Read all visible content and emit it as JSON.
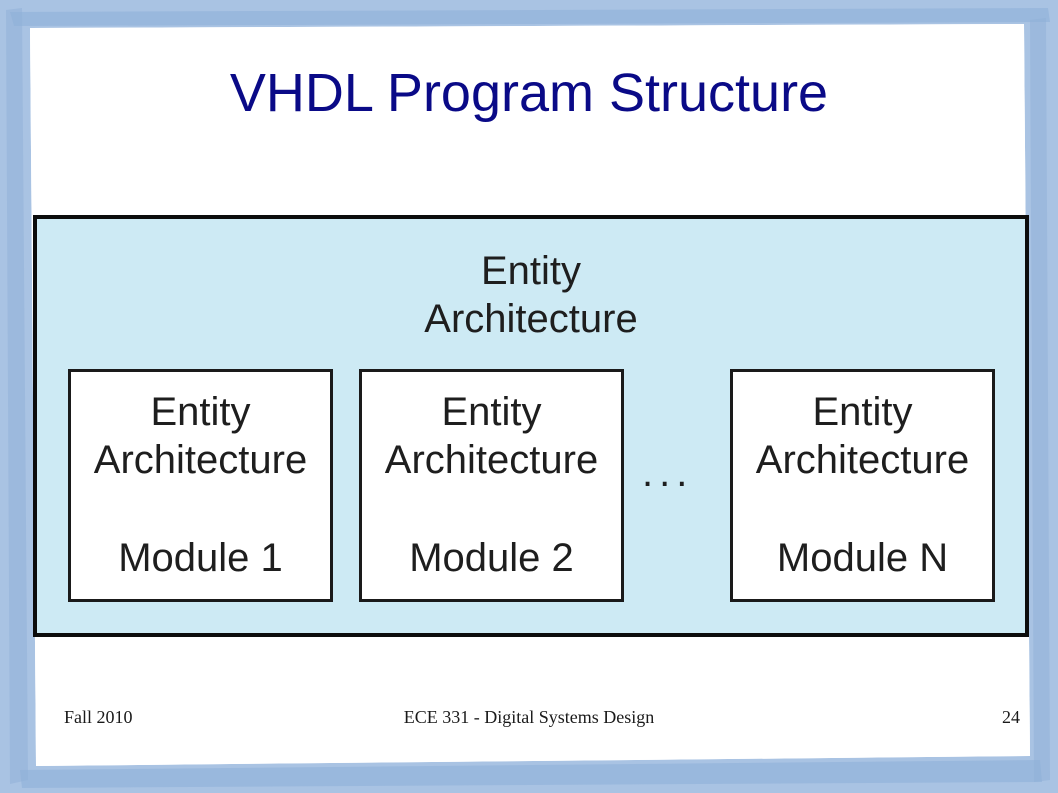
{
  "title": "VHDL Program Structure",
  "diagram": {
    "outer": {
      "entity": "Entity",
      "architecture": "Architecture"
    },
    "modules": [
      {
        "entity": "Entity",
        "architecture": "Architecture",
        "name": "Module 1"
      },
      {
        "entity": "Entity",
        "architecture": "Architecture",
        "name": "Module 2"
      },
      {
        "entity": "Entity",
        "architecture": "Architecture",
        "name": "Module N"
      }
    ],
    "ellipsis": "..."
  },
  "footer": {
    "left": "Fall 2010",
    "center": "ECE 331 - Digital Systems Design",
    "page": "24"
  },
  "colors": {
    "title": "#0a0a87",
    "frame": "#a9c3e3",
    "outer_fill": "#cdeaf4",
    "module_fill": "#ffffff"
  }
}
